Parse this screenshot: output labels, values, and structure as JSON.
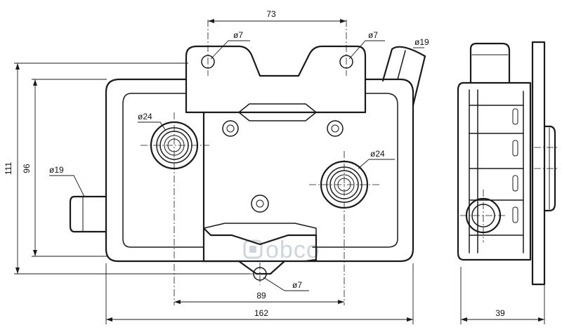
{
  "dimensions": {
    "top_span": "73",
    "height_outer": "111",
    "height_inner": "96",
    "hole_top_left": "ø7",
    "hole_top_right": "ø7",
    "hole_bottom": "ø7",
    "pipe_top": "ø19",
    "pipe_left": "ø19",
    "port_left": "ø24",
    "port_right": "ø24",
    "span_bottom": "89",
    "width_total": "162",
    "side_depth": "39"
  },
  "watermark": {
    "text": "obco"
  }
}
